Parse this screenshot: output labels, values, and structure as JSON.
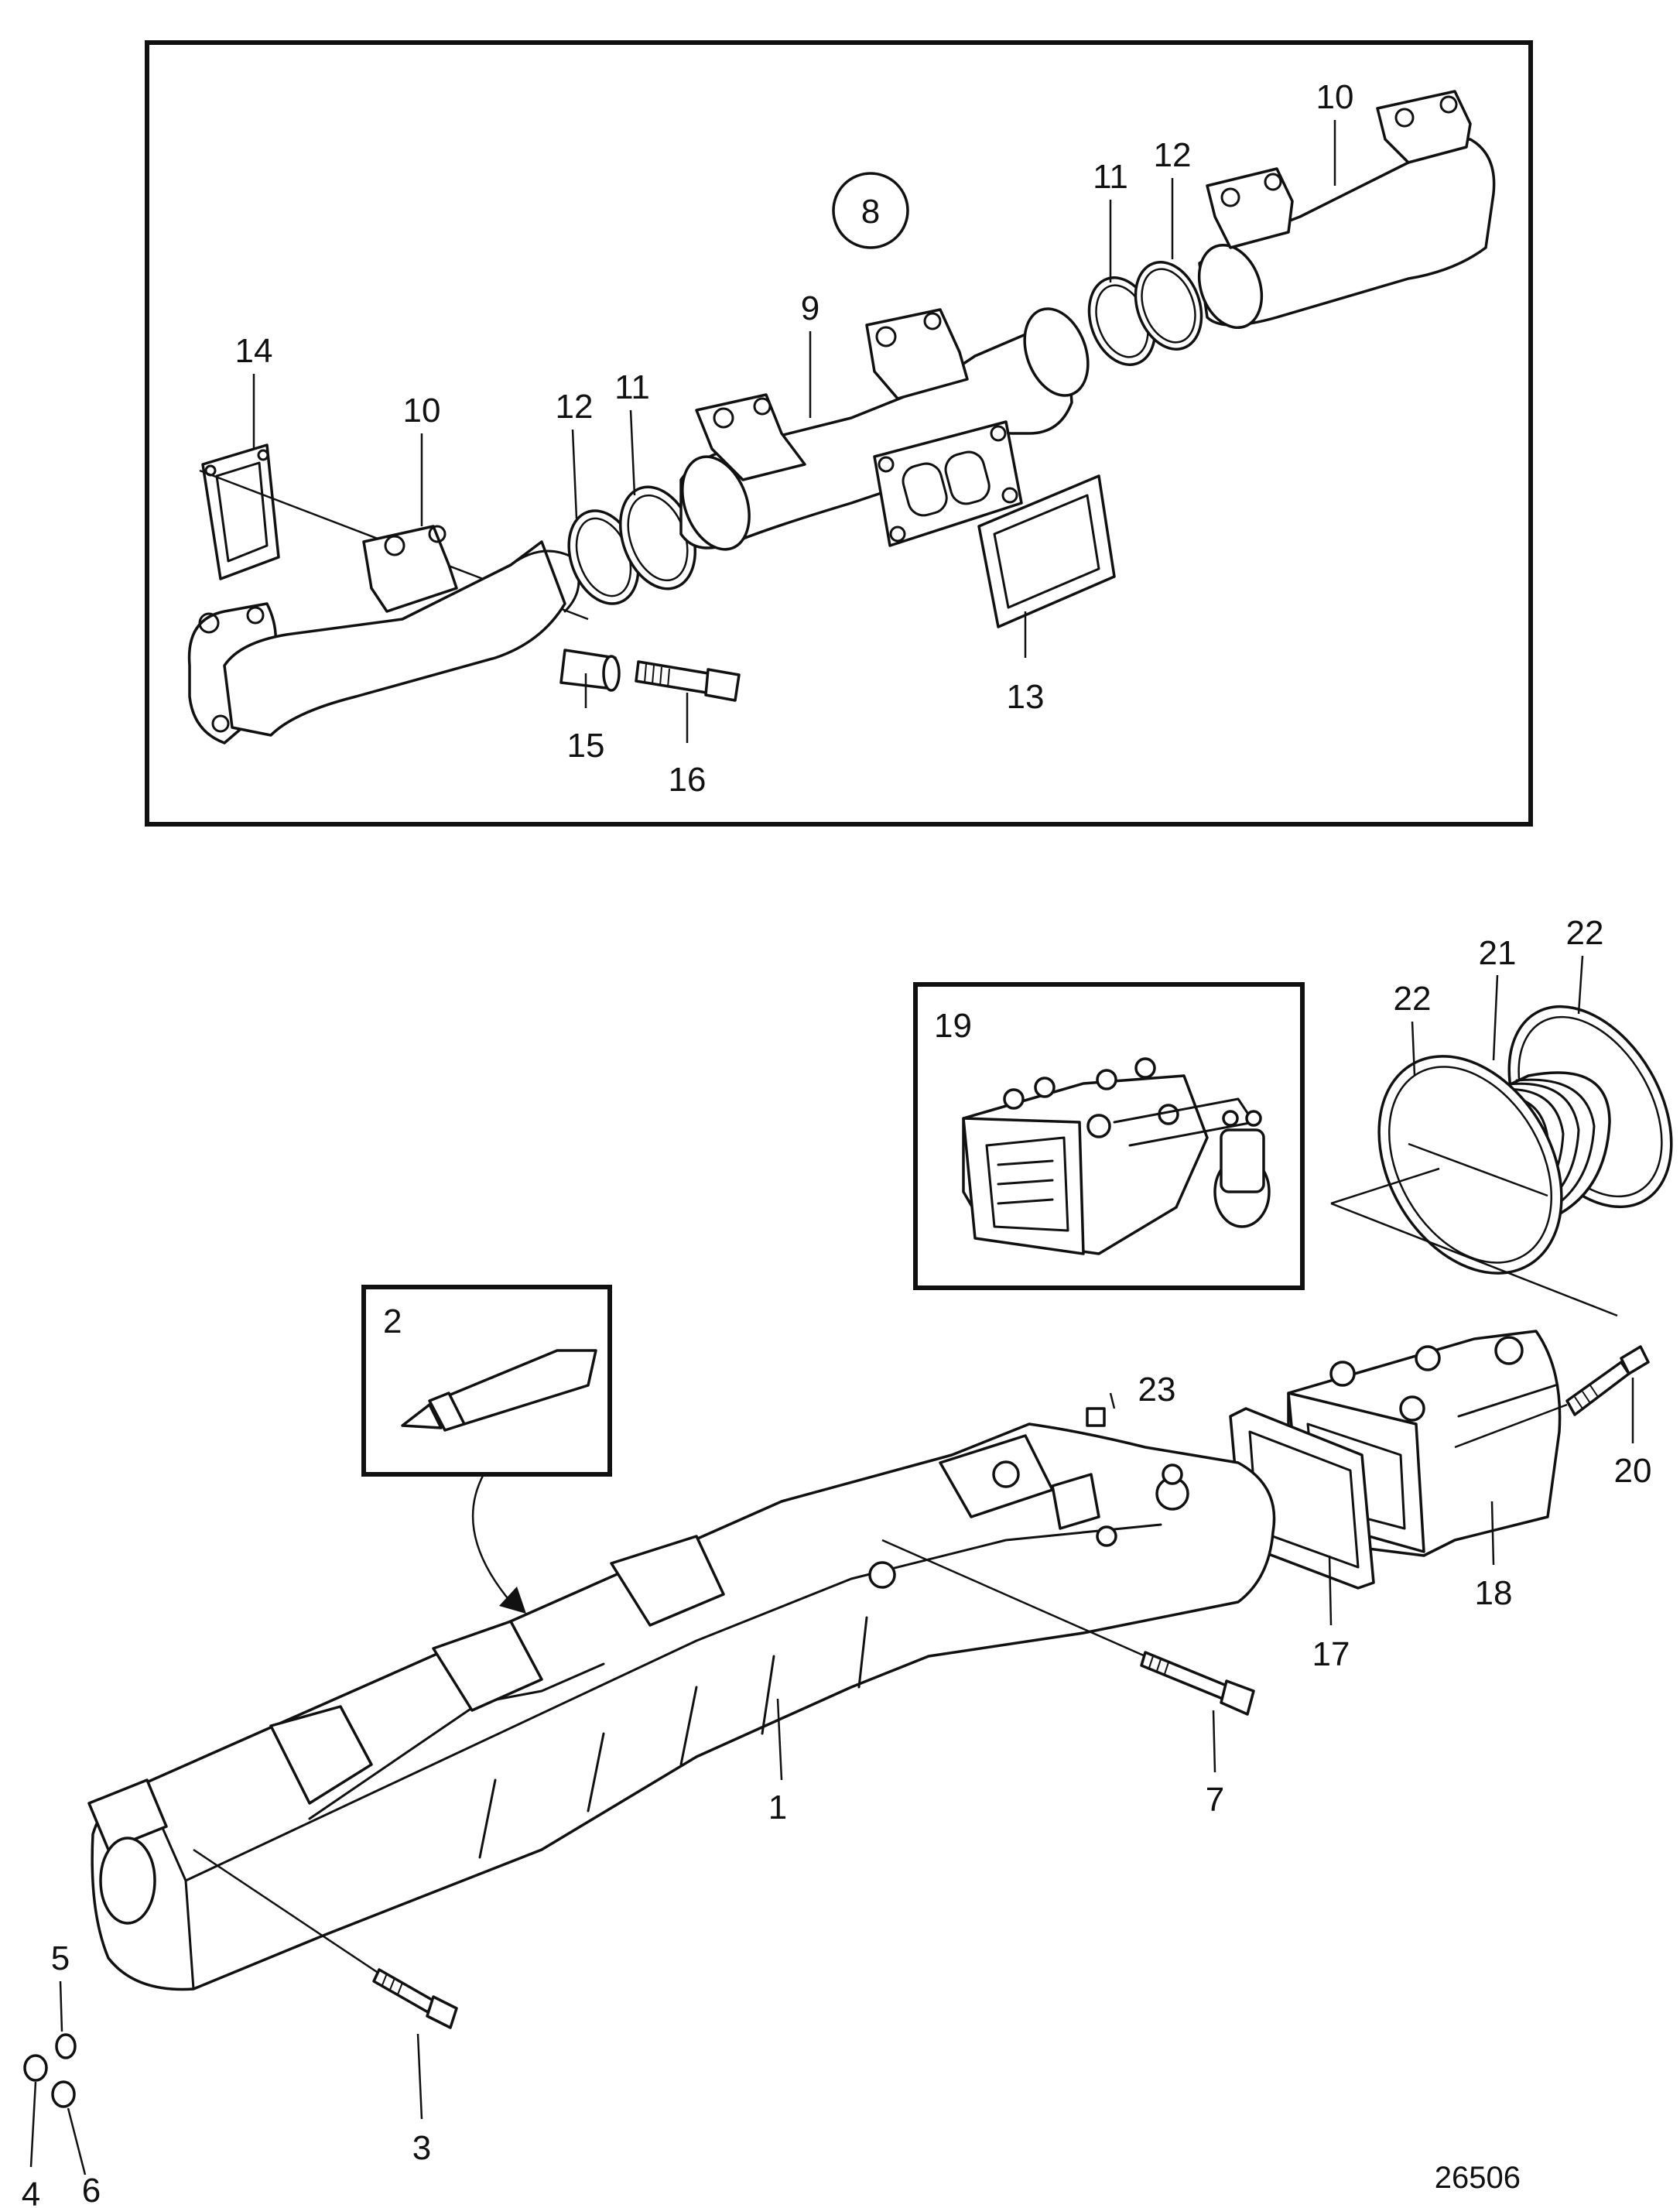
{
  "figure_number": "26506",
  "callout_circle": "8",
  "labels": {
    "l1": "1",
    "l2": "2",
    "l3": "3",
    "l4": "4",
    "l5": "5",
    "l6": "6",
    "l7": "7",
    "l9": "9",
    "l10a": "10",
    "l10b": "10",
    "l11a": "11",
    "l11b": "11",
    "l12a": "12",
    "l12b": "12",
    "l13": "13",
    "l14": "14",
    "l15": "15",
    "l16": "16",
    "l17": "17",
    "l18": "18",
    "l19": "19",
    "l20": "20",
    "l21": "21",
    "l22a": "22",
    "l22b": "22",
    "l23": "23"
  }
}
